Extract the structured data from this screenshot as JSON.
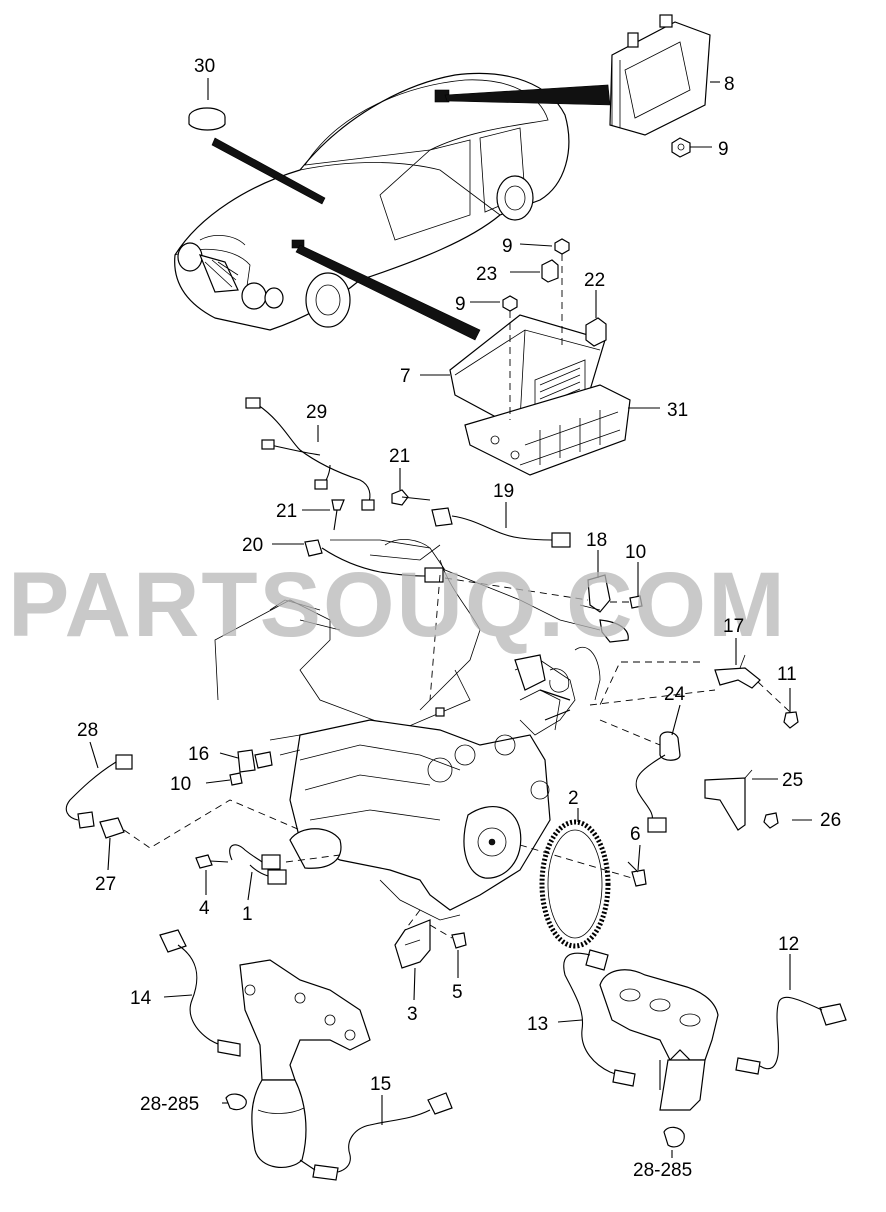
{
  "watermark": "PARTSOUQ.COM",
  "callouts": {
    "p1": "1",
    "p2": "2",
    "p3": "3",
    "p4": "4",
    "p5": "5",
    "p6": "6",
    "p7": "7",
    "p8": "8",
    "p9a": "9",
    "p9b": "9",
    "p9c": "9",
    "p10a": "10",
    "p10b": "10",
    "p11": "11",
    "p12": "12",
    "p13": "13",
    "p14": "14",
    "p15": "15",
    "p16": "16",
    "p17": "17",
    "p18": "18",
    "p19": "19",
    "p20": "20",
    "p21a": "21",
    "p21b": "21",
    "p22": "22",
    "p23": "23",
    "p24": "24",
    "p25": "25",
    "p26": "26",
    "p27": "27",
    "p28": "28",
    "p28285a": "28-285",
    "p28285b": "28-285",
    "p29": "29",
    "p30": "30",
    "p31": "31"
  }
}
